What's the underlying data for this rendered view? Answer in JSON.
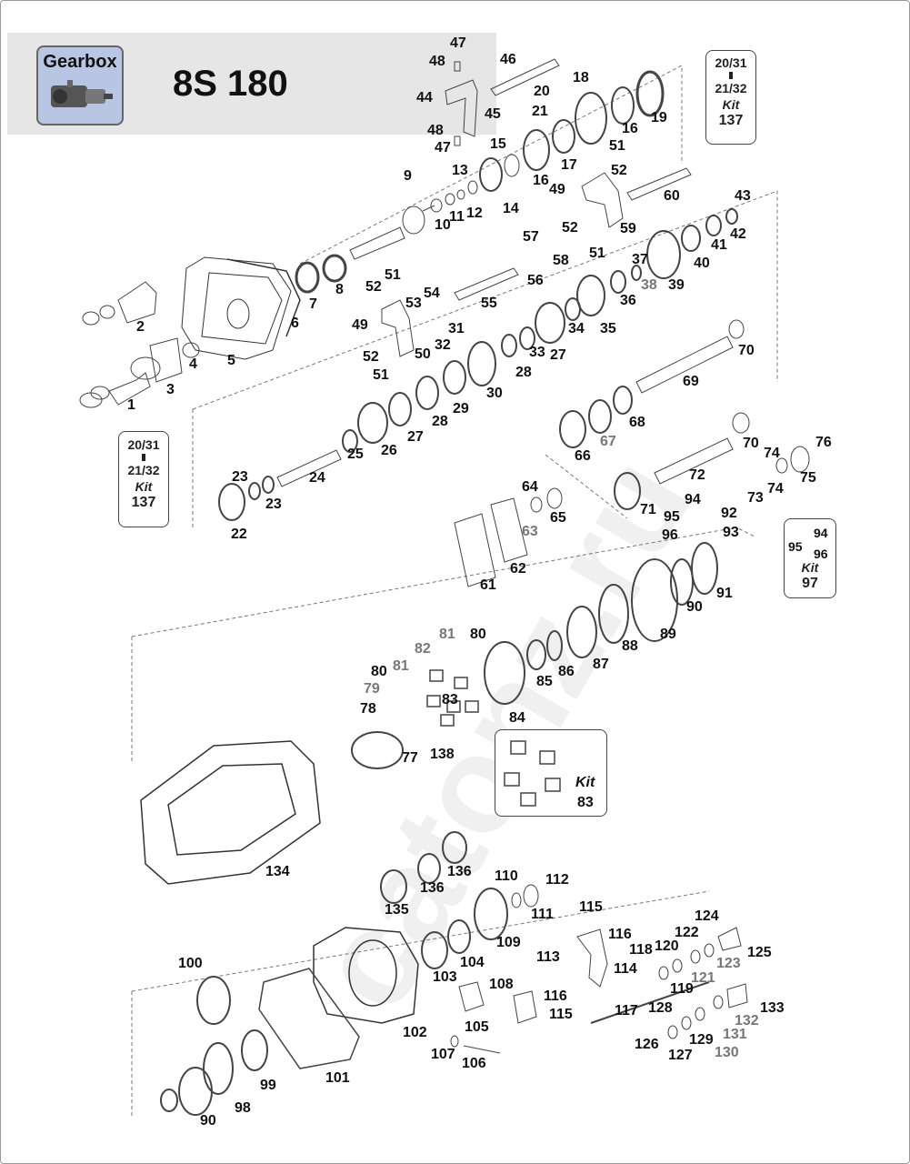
{
  "header": {
    "logo_text": "Gearbox",
    "title": "8S 180"
  },
  "watermark": "catonz.ru",
  "kits": {
    "kit_top_right": {
      "lines": [
        "20/31",
        "21/32"
      ],
      "kit_word": "Kit",
      "number": "137"
    },
    "kit_left": {
      "lines": [
        "20/31",
        "21/32"
      ],
      "kit_word": "Kit",
      "number": "137"
    },
    "kit_97": {
      "lines": [
        "94",
        "95",
        "96"
      ],
      "kit_word": "Kit",
      "number": "97"
    },
    "kit_83": {
      "kit_word": "Kit",
      "number": "83"
    }
  },
  "part_labels": [
    "1",
    "2",
    "3",
    "4",
    "5",
    "6",
    "7",
    "8",
    "9",
    "10",
    "11",
    "12",
    "13",
    "14",
    "15",
    "16",
    "17",
    "18",
    "19",
    "20",
    "21",
    "22",
    "23",
    "24",
    "25",
    "26",
    "27",
    "28",
    "29",
    "30",
    "31",
    "32",
    "33",
    "34",
    "35",
    "36",
    "37",
    "38",
    "39",
    "40",
    "41",
    "42",
    "43",
    "44",
    "45",
    "46",
    "47",
    "48",
    "49",
    "50",
    "51",
    "52",
    "53",
    "54",
    "55",
    "56",
    "57",
    "58",
    "59",
    "60",
    "61",
    "62",
    "63",
    "64",
    "65",
    "66",
    "67",
    "68",
    "69",
    "70",
    "71",
    "72",
    "73",
    "74",
    "75",
    "76",
    "77",
    "78",
    "79",
    "80",
    "81",
    "82",
    "83",
    "84",
    "85",
    "86",
    "87",
    "88",
    "89",
    "90",
    "91",
    "92",
    "93",
    "94",
    "95",
    "96",
    "98",
    "99",
    "100",
    "101",
    "102",
    "103",
    "104",
    "105",
    "106",
    "107",
    "108",
    "109",
    "110",
    "111",
    "112",
    "113",
    "114",
    "115",
    "116",
    "117",
    "118",
    "119",
    "120",
    "121",
    "122",
    "123",
    "124",
    "125",
    "126",
    "127",
    "128",
    "129",
    "130",
    "131",
    "132",
    "133",
    "134",
    "135",
    "136",
    "138"
  ]
}
